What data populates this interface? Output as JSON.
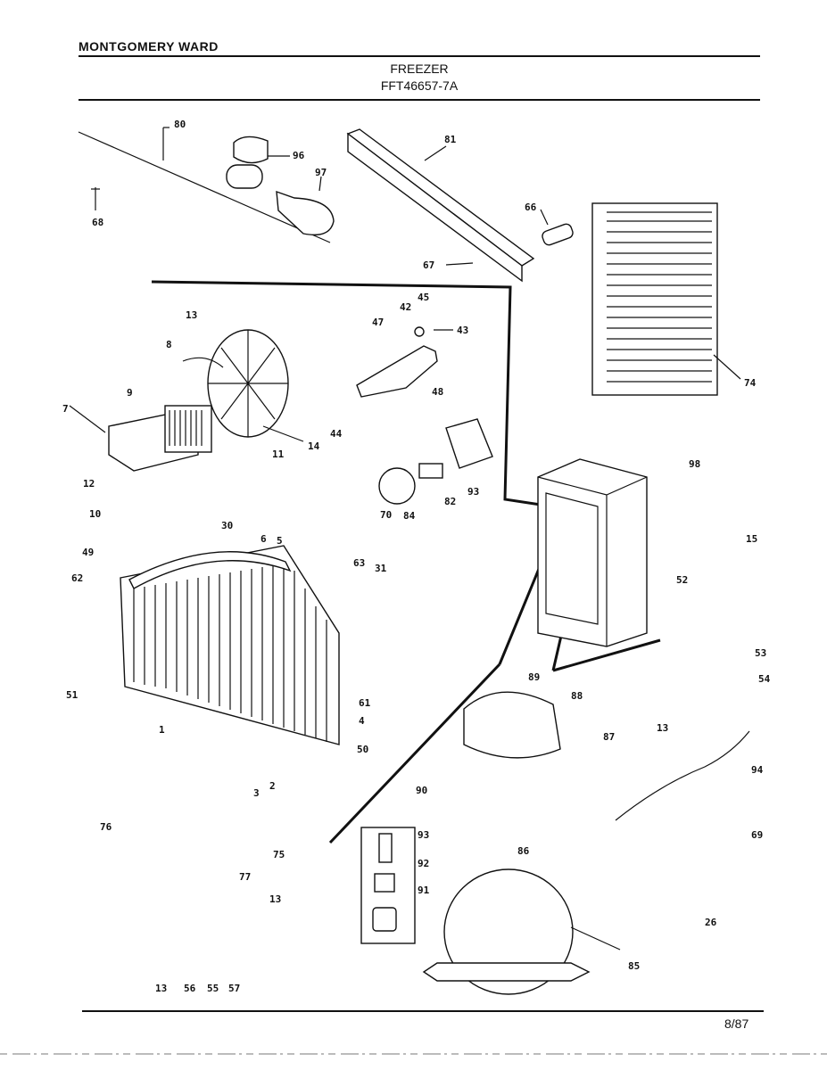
{
  "header": {
    "brand": "MONTGOMERY WARD",
    "title": "FREEZER",
    "model": "FFT46657-7A"
  },
  "footer": {
    "date": "8/87"
  },
  "callouts": [
    "80",
    "96",
    "97",
    "81",
    "68",
    "66",
    "67",
    "74",
    "13",
    "8",
    "45",
    "42",
    "43",
    "47",
    "9",
    "7",
    "11",
    "14",
    "44",
    "48",
    "12",
    "93",
    "82",
    "84",
    "70",
    "10",
    "98",
    "15",
    "30",
    "6",
    "5",
    "49",
    "62",
    "63",
    "31",
    "52",
    "53",
    "54",
    "61",
    "51",
    "4",
    "1",
    "50",
    "89",
    "88",
    "87",
    "13b",
    "94",
    "2",
    "3",
    "90",
    "86",
    "69",
    "76",
    "75",
    "77",
    "93b",
    "92",
    "91",
    "26",
    "13c",
    "85",
    "13d",
    "56",
    "55",
    "57"
  ],
  "callout_text": {
    "c80": "80",
    "c96": "96",
    "c97": "97",
    "c81": "81",
    "c68": "68",
    "c66": "66",
    "c67": "67",
    "c74": "74",
    "c13a": "13",
    "c8": "8",
    "c45": "45",
    "c42": "42",
    "c43": "43",
    "c47": "47",
    "c9": "9",
    "c7": "7",
    "c11": "11",
    "c14": "14",
    "c44": "44",
    "c48": "48",
    "c12": "12",
    "c93a": "93",
    "c82": "82",
    "c84": "84",
    "c70": "70",
    "c10": "10",
    "c98": "98",
    "c15": "15",
    "c30": "30",
    "c6": "6",
    "c5": "5",
    "c49": "49",
    "c62": "62",
    "c63": "63",
    "c31": "31",
    "c52": "52",
    "c53": "53",
    "c54": "54",
    "c61": "61",
    "c51": "51",
    "c4": "4",
    "c1": "1",
    "c50": "50",
    "c89": "89",
    "c88": "88",
    "c87": "87",
    "c13b": "13",
    "c94": "94",
    "c2": "2",
    "c3": "3",
    "c90": "90",
    "c86": "86",
    "c69": "69",
    "c76": "76",
    "c75": "75",
    "c77": "77",
    "c93b": "93",
    "c92": "92",
    "c91": "91",
    "c26": "26",
    "c13c": "13",
    "c85": "85",
    "c13d": "13",
    "c56": "56",
    "c55": "55",
    "c57": "57"
  }
}
